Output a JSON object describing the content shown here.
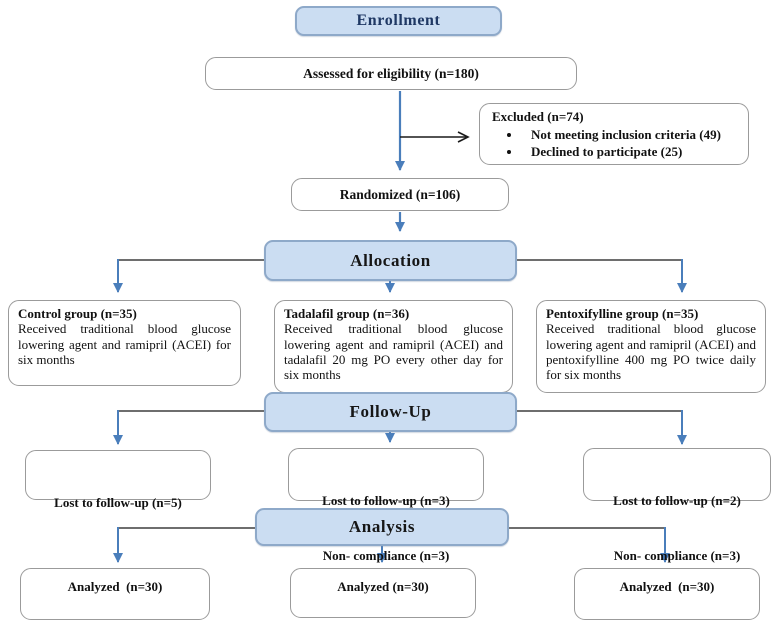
{
  "diagram": {
    "enrollment_label": "Enrollment",
    "assessed_label": "Assessed for eligibility (n=180)",
    "excluded": {
      "title": "Excluded (n=74)",
      "items": [
        "Not meeting inclusion criteria (49)",
        "Declined to participate (25)"
      ]
    },
    "randomized_label": "Randomized (n=106)",
    "allocation_label": "Allocation",
    "groups": [
      {
        "title": "Control group (n=35)",
        "body": "Received traditional blood glucose lowering agent and ramipril (ACEI) for six months"
      },
      {
        "title": "Tadalafil group (n=36)",
        "body": "Received traditional blood glucose lowering agent and ramipril (ACEI) and tadalafil 20 mg PO every other day for six months"
      },
      {
        "title": "Pentoxifylline group (n=35)",
        "body": "Received traditional blood glucose lowering agent and ramipril (ACEI) and pentoxifylline 400 mg PO twice daily for six months"
      }
    ],
    "followup_label": "Follow-Up",
    "followup_boxes": [
      {
        "line1": "Lost to follow-up (n=5)",
        "line2": ""
      },
      {
        "line1": "Lost to follow-up (n=3)",
        "line2": "Non- compliance (n=3)"
      },
      {
        "line1": "Lost to follow-up (n=2)",
        "line2": "Non- compliance (n=3)"
      }
    ],
    "analysis_label": "Analysis",
    "analyzed_boxes": [
      "Analyzed  (n=30)",
      "Analyzed (n=30)",
      "Analyzed  (n=30)"
    ],
    "colors": {
      "banner_fill": "#cbddf2",
      "banner_border": "#8ea9c9",
      "enrollment_text": "#1f3864",
      "arrow_blue": "#4a7ebb",
      "line_dark": "#595959",
      "excluded_arrow": "#1a1a1a"
    }
  }
}
